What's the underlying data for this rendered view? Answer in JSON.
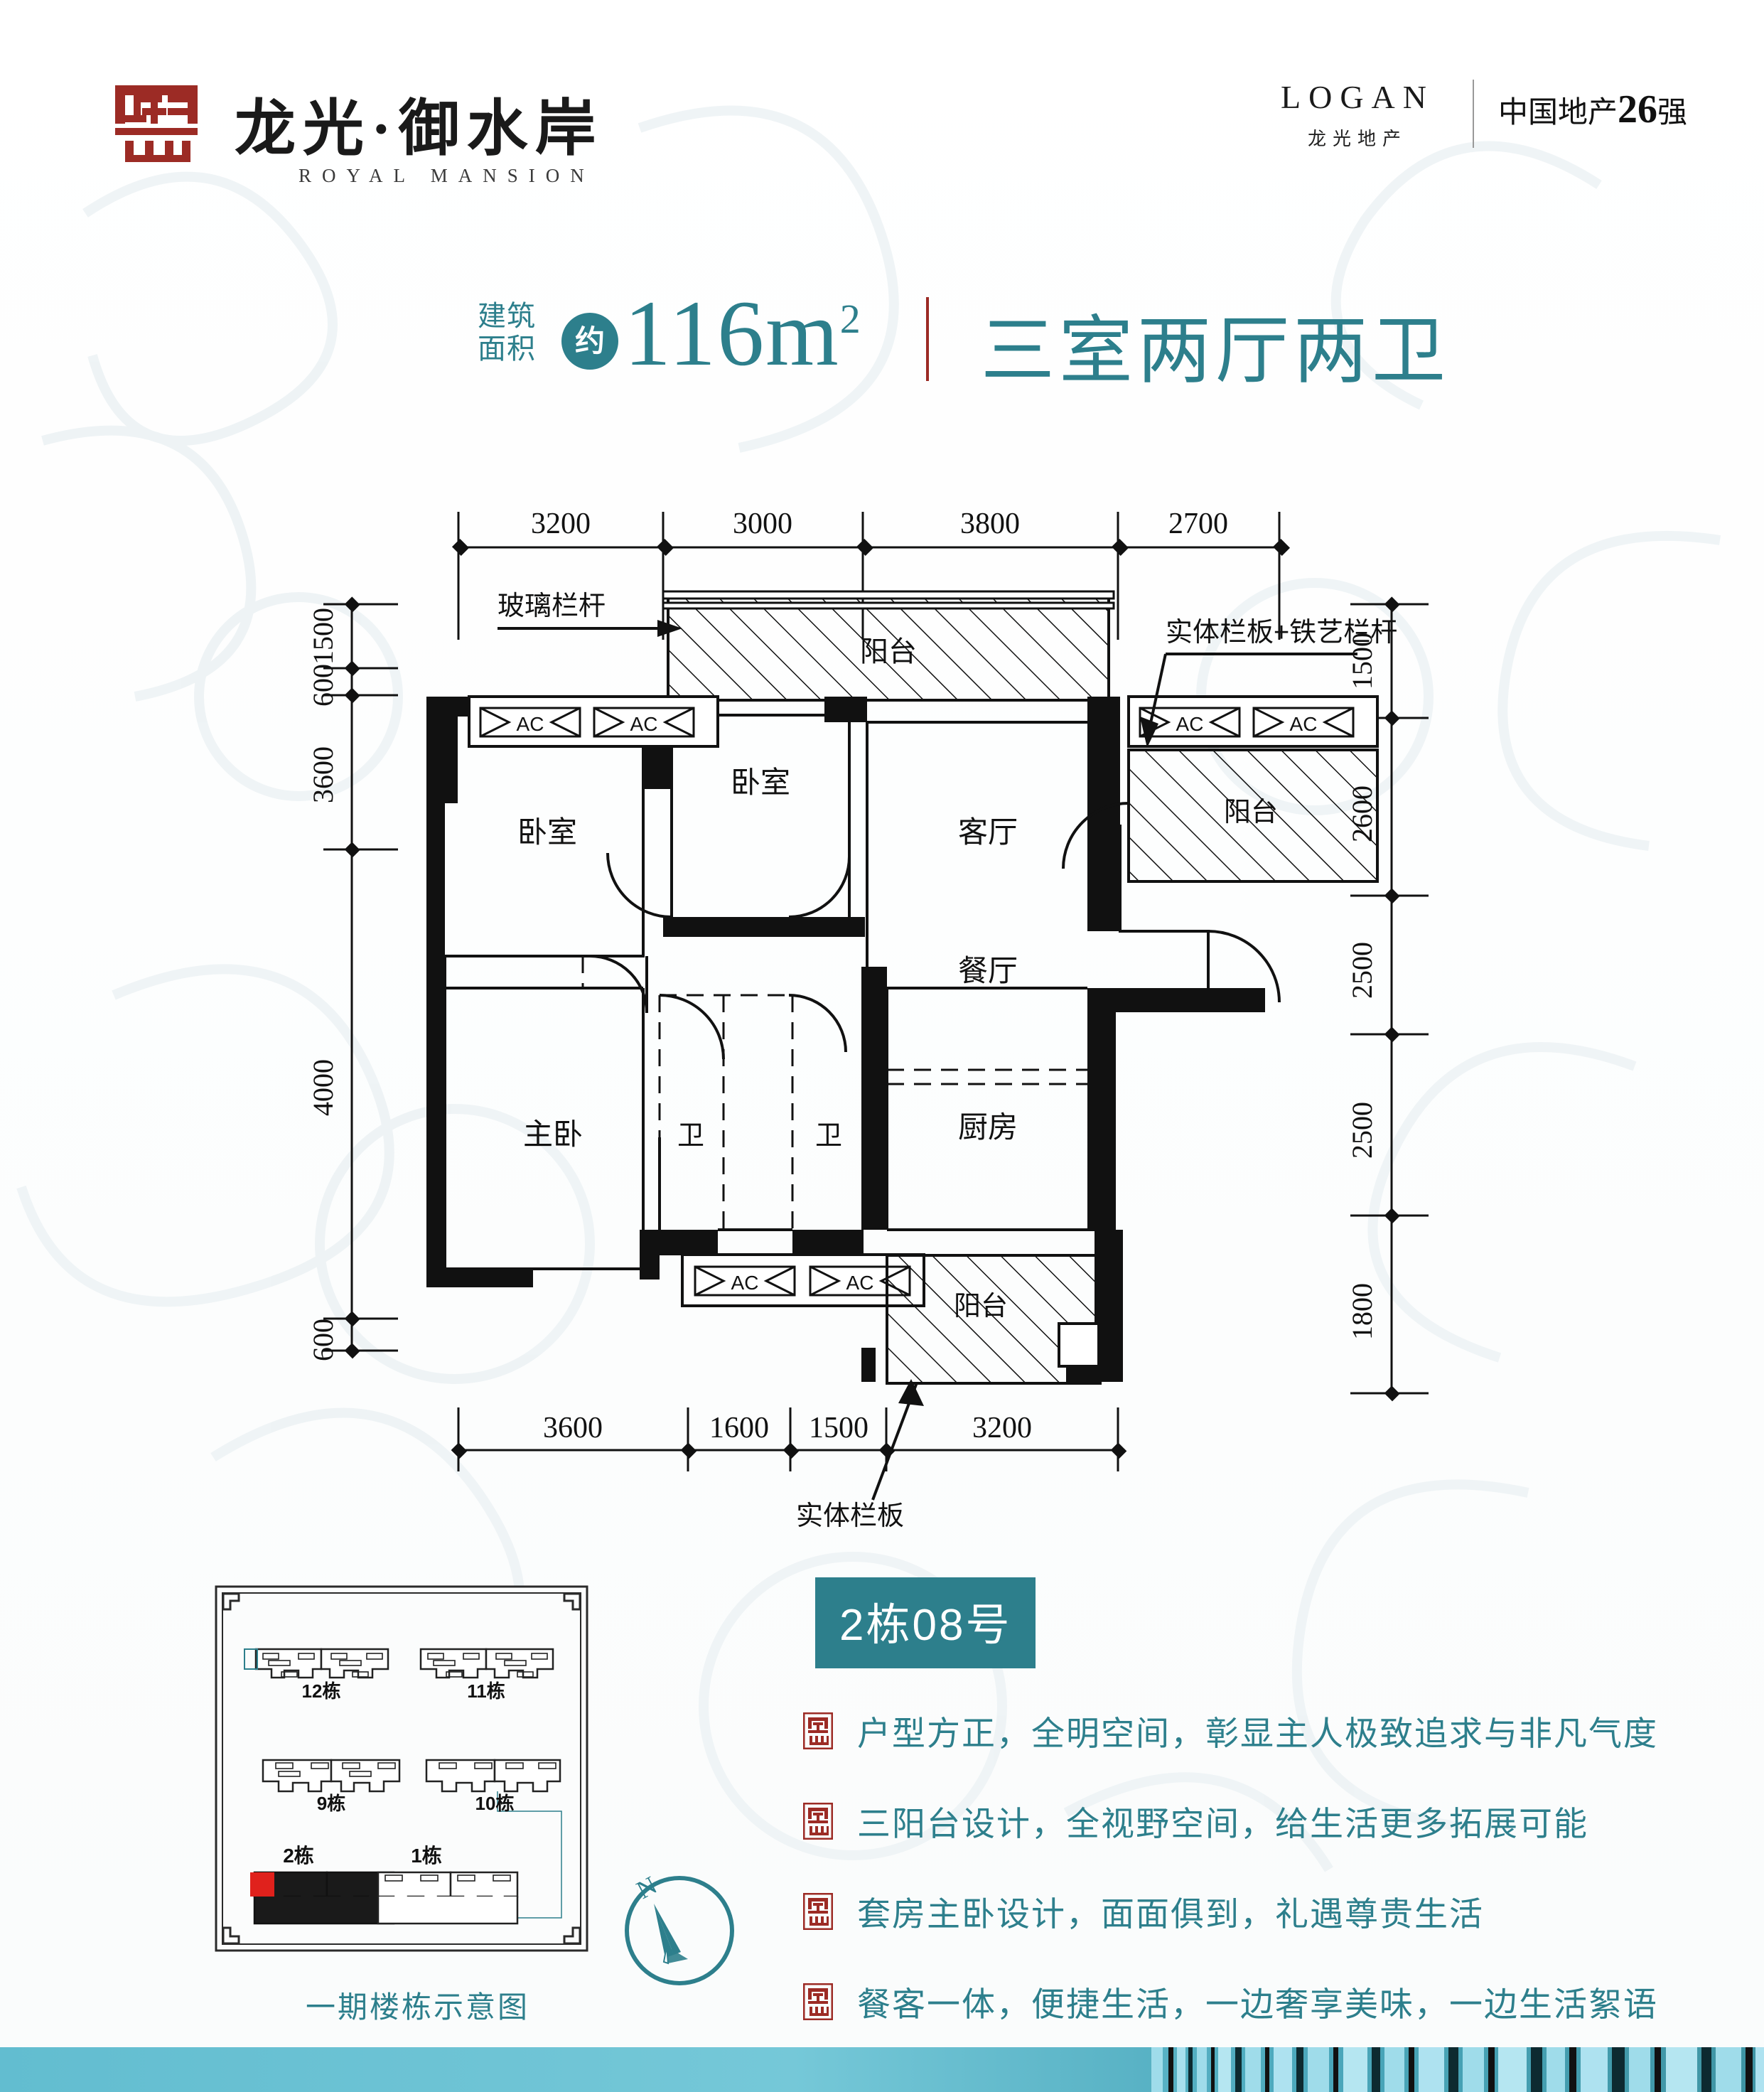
{
  "header": {
    "logo_mark": "seal-logo",
    "brand_cn": "龙光·御水岸",
    "brand_en": "ROYAL MANSION",
    "developer_en": "LOGAN",
    "developer_cn": "龙光地产",
    "rank_prefix": "中国地产",
    "rank_number": "26",
    "rank_suffix": "强"
  },
  "title": {
    "area_label_line1": "建筑",
    "area_label_line2": "面积",
    "approx": "约",
    "area_value": "116m",
    "area_sup": "2",
    "rooms": "三室两厅两卫"
  },
  "plan": {
    "dims_top": [
      "3200",
      "3000",
      "3800",
      "2700"
    ],
    "dims_left": [
      "1500",
      "600",
      "3600",
      "4000",
      "600"
    ],
    "dims_right": [
      "1500",
      "2600",
      "2500",
      "2500",
      "1800"
    ],
    "dims_bottom": [
      "3600",
      "1600",
      "1500",
      "3200"
    ],
    "rooms": {
      "bedroom_left": "卧室",
      "bedroom_mid": "卧室",
      "living": "客厅",
      "balcony_top": "阳台",
      "balcony_right": "阳台",
      "balcony_bottom": "阳台",
      "dining": "餐厅",
      "kitchen": "厨房",
      "master": "主卧",
      "bath1": "卫",
      "bath2": "卫"
    },
    "annotations": {
      "glass_railing": "玻璃栏杆",
      "solid_iron_railing": "实体栏板+铁艺栏杆",
      "solid_railing": "实体栏板"
    },
    "ac_label": "AC"
  },
  "unit": {
    "badge": "2栋08号"
  },
  "features": [
    "户型方正，全明空间，彰显主人极致追求与非凡气度",
    "三阳台设计，全视野空间，给生活更多拓展可能",
    "套房主卧设计，面面俱到，礼遇尊贵生活",
    "餐客一体，便捷生活，一边奢享美味，一边生活絮语"
  ],
  "sitemap": {
    "caption": "一期楼栋示意图",
    "buildings": [
      "12栋",
      "11栋",
      "9栋",
      "10栋",
      "2栋",
      "1栋"
    ],
    "highlight_color": "#e0211c"
  },
  "compass": {
    "north_label": "N"
  },
  "colors": {
    "teal": "#2d7f8c",
    "seal_red": "#9c2b25",
    "strip_teal": "#3e94a3",
    "strip_light": "#9fdcea",
    "ink": "#111111"
  }
}
